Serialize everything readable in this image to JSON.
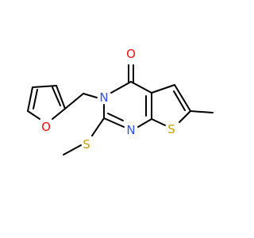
{
  "molecule": {
    "atoms": [
      {
        "id": "O_furan",
        "symbol": "O",
        "color": "#ff0d0d"
      },
      {
        "id": "N3",
        "symbol": "N",
        "color": "#3050f8"
      },
      {
        "id": "N1",
        "symbol": "N",
        "color": "#3050f8"
      },
      {
        "id": "O_keto",
        "symbol": "O",
        "color": "#ff0d0d"
      },
      {
        "id": "S_ring",
        "symbol": "S",
        "color": "#c8a000"
      },
      {
        "id": "S_methylthio",
        "symbol": "S",
        "color": "#c8a000"
      }
    ],
    "bond_color": "#000000",
    "background": "#ffffff"
  }
}
